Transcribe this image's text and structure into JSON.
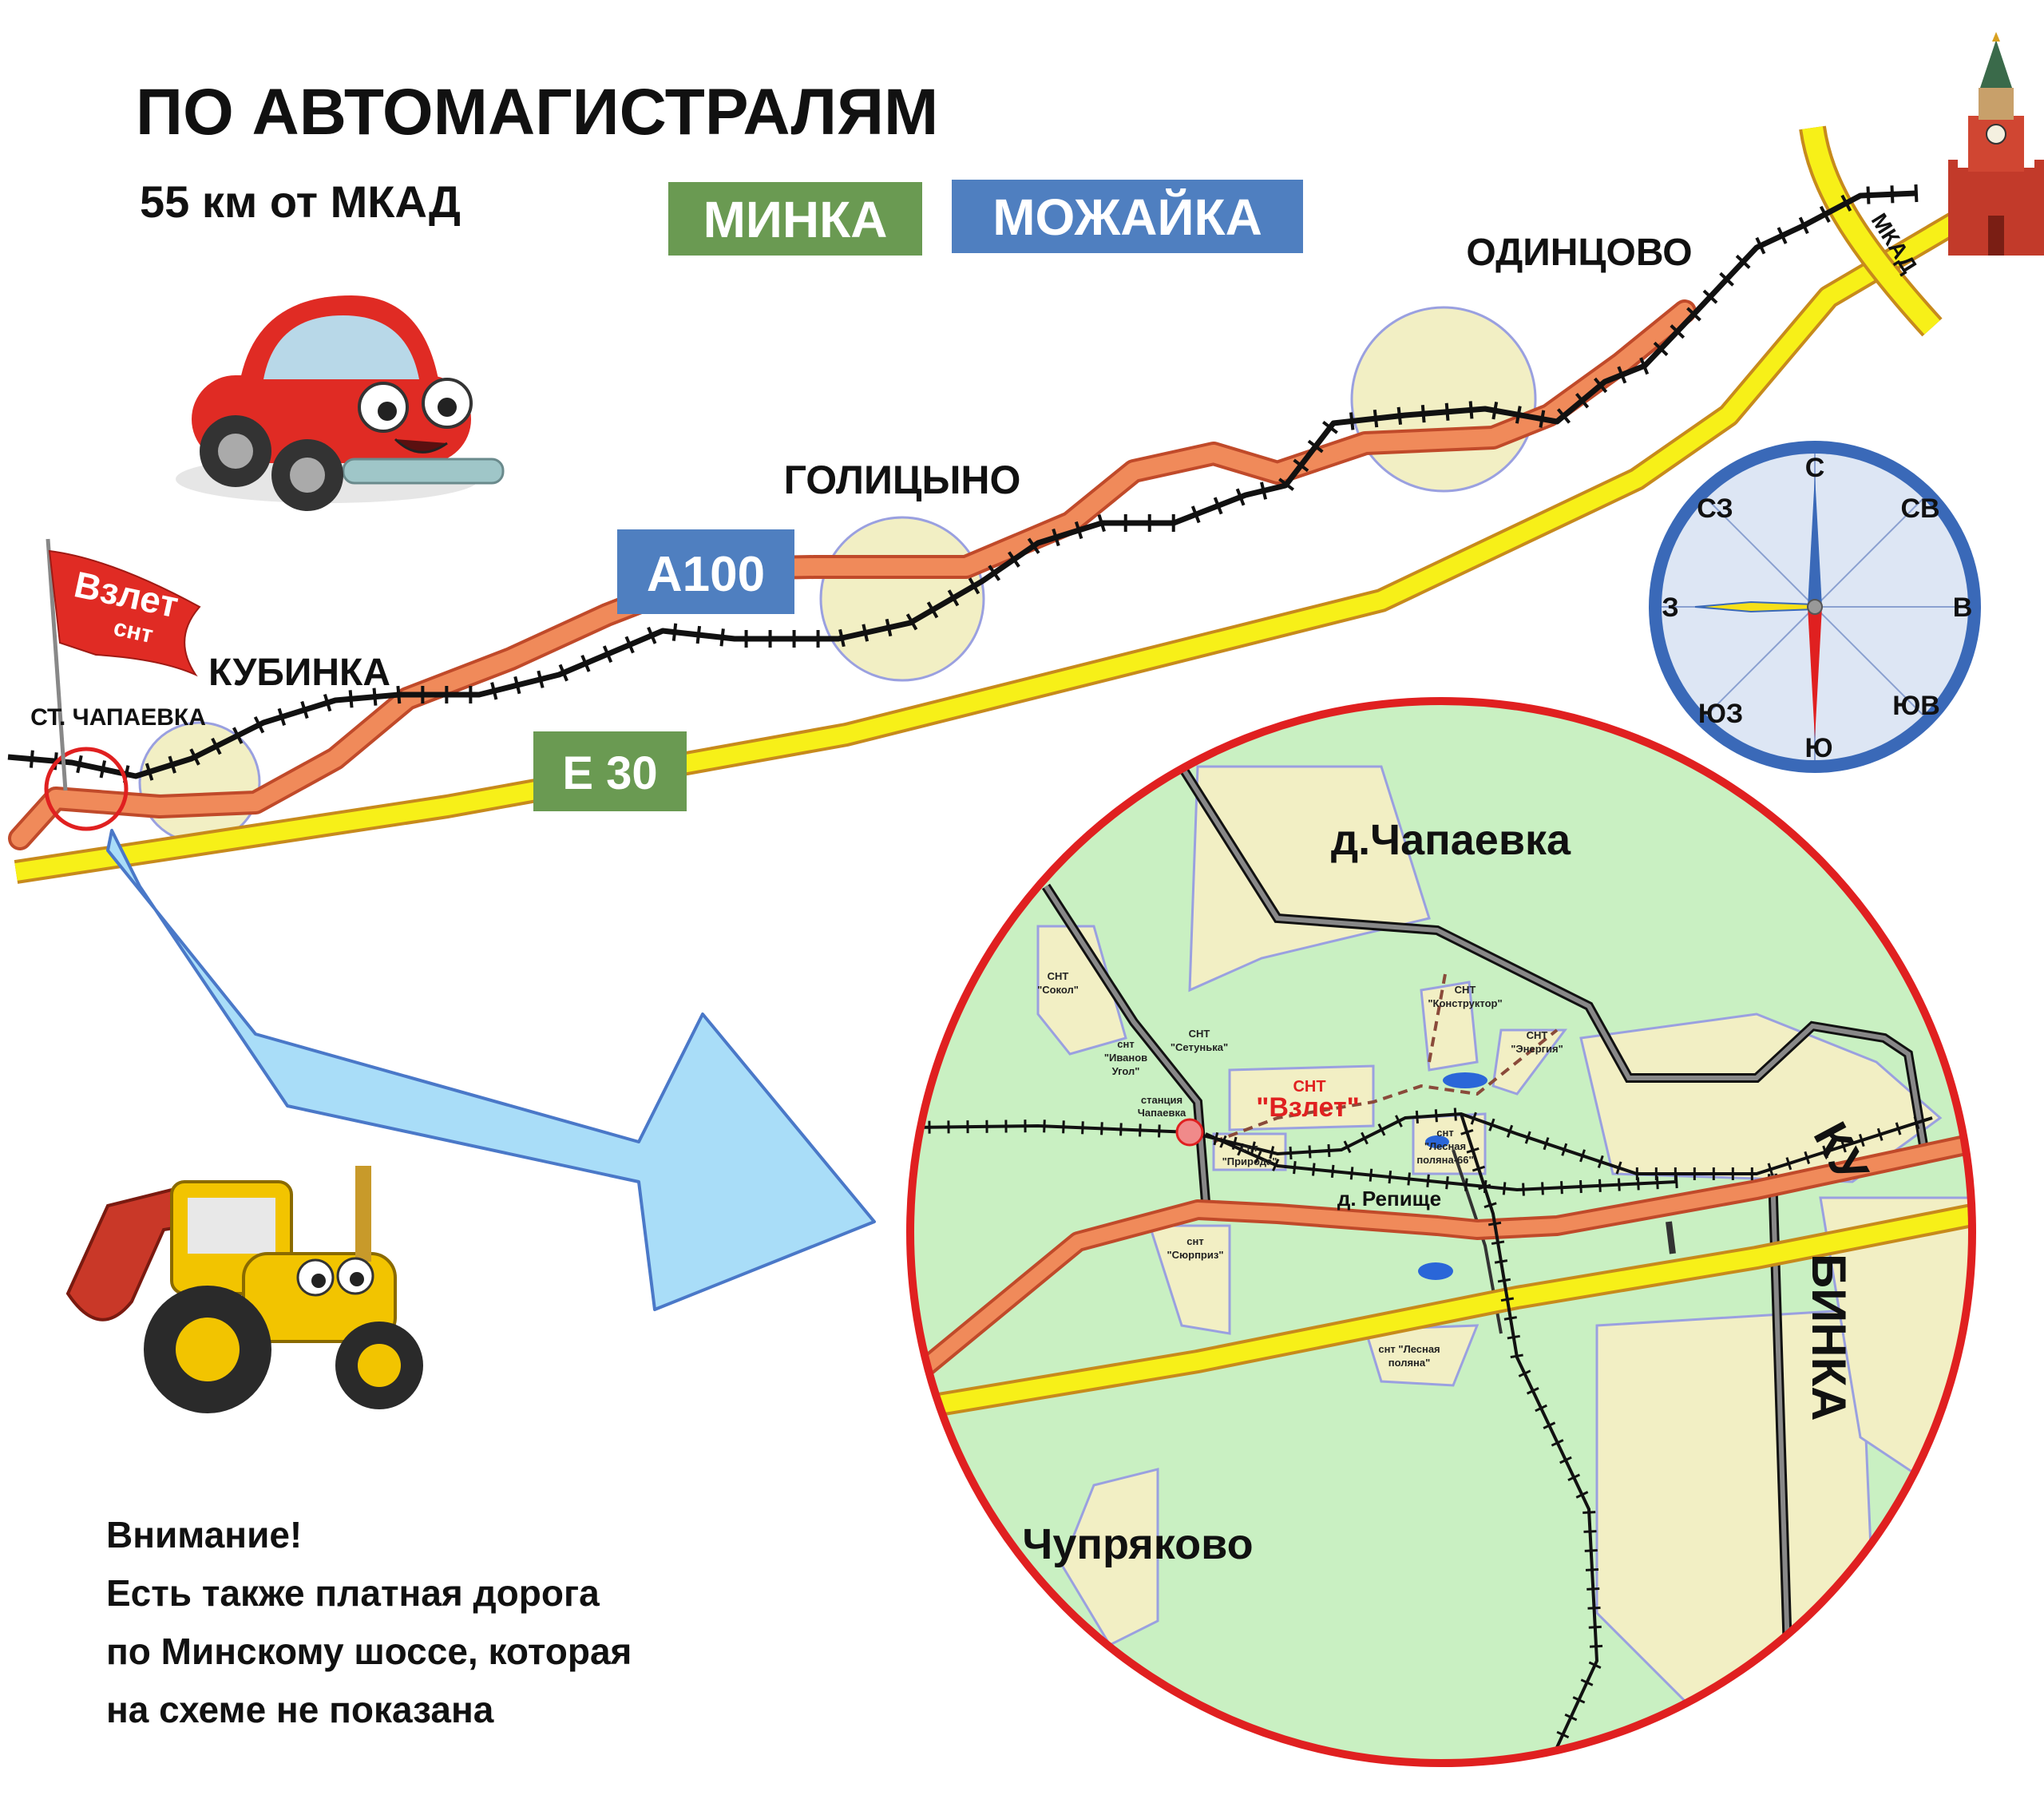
{
  "header": {
    "title": "ПО АВТОМАГИСТРАЛЯМ",
    "distance": "55 км от МКАД"
  },
  "routes": {
    "minka": "МИНКА",
    "mozhaika": "МОЖАЙКА",
    "a100": "А100",
    "e30": "Е 30",
    "mkad": "МКАД"
  },
  "towns": {
    "odintsovo": "ОДИНЦОВО",
    "golitsyno": "ГОЛИЦЫНО",
    "kubinka": "КУБИНКА",
    "chapaevka_station": "СТ. ЧАПАЕВКА"
  },
  "flag": {
    "line1": "Взлет",
    "line2": "снт"
  },
  "compass": {
    "n": "С",
    "ne": "СВ",
    "e": "В",
    "se": "ЮВ",
    "s": "Ю",
    "sw": "ЮЗ",
    "w": "З",
    "nw": "СЗ"
  },
  "detail_map": {
    "chapaevka": "д.Чапаевка",
    "repische": "д. Репище",
    "chupryakovo": "Чупряково",
    "kubinka_top": "КУ",
    "kubinka_bottom": "БИНКА",
    "vzlet_prefix": "СНТ",
    "vzlet": "\"Взлет\"",
    "station_line1": "станция",
    "station_line2": "Чапаевка",
    "snt_sokol_1": "СНТ",
    "snt_sokol_2": "\"Сокол\"",
    "snt_ivanov_1": "снт",
    "snt_ivanov_2": "\"Иванов",
    "snt_ivanov_3": "Угол\"",
    "snt_setunka_1": "СНТ",
    "snt_setunka_2": "\"Сетунька\"",
    "snt_priroda_1": "снт",
    "snt_priroda_2": "\"Природа\"",
    "snt_konstruktor_1": "СНТ",
    "snt_konstruktor_2": "\"Конструктор\"",
    "snt_energia_1": "СНТ",
    "snt_energia_2": "\"Энергия\"",
    "snt_lesnaya66_1": "снт",
    "snt_lesnaya66_2": "\"Лесная",
    "snt_lesnaya66_3": "поляна-66\"",
    "snt_syurpriz_1": "снт",
    "snt_syurpriz_2": "\"Сюрприз\"",
    "snt_lesnaya_1": "снт \"Лесная",
    "snt_lesnaya_2": "поляна\""
  },
  "notice": {
    "line1": "Внимание!",
    "line2": "Есть также платная дорога",
    "line3": "по Минскому шоссе, которая",
    "line4": "на схеме не показана"
  },
  "colors": {
    "minka_badge": "#6a9a52",
    "mozhaika_badge": "#4f7fc0",
    "road_orange": "#f08a5a",
    "road_yellow": "#f7f018",
    "town_fill": "#f2efc4",
    "detail_bg": "#c9f0c2",
    "detail_border": "#e02020",
    "arrow_fill": "#a9ddf8"
  },
  "icons": [
    "kremlin-tower-icon",
    "red-car-icon",
    "yellow-tractor-icon",
    "compass-icon",
    "flag-icon"
  ]
}
